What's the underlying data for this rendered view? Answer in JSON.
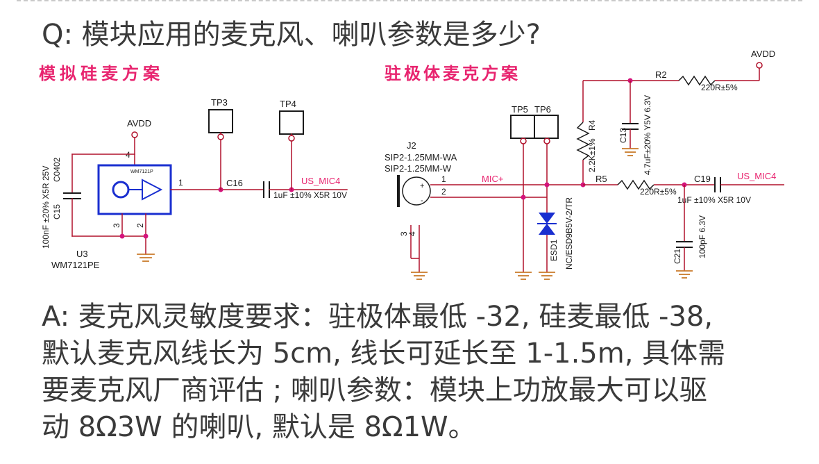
{
  "question": "Q: 模块应用的麦克风、喇叭参数是多少?",
  "schematic": {
    "silicon_title": "模拟硅麦方案",
    "electret_title": "驻极体麦克方案",
    "labels": {
      "avdd": "AVDD",
      "tp3": "TP3",
      "tp4": "TP4",
      "u3": "U3",
      "u3_part": "WM7121PE",
      "chip_mark": "WM7121P",
      "c15_value": "100nF ±20% X5R 25V",
      "c15_pkg": "C0402",
      "c15": "C15",
      "c16": "C16",
      "c16_value": "1uF ±10% X5R 10V",
      "us_mic4": "US_MIC4",
      "pin1": "1",
      "pin2": "2",
      "pin3": "3",
      "pin4": "4",
      "j2": "J2",
      "j2_part1": "SIP2-1.25MM-WA",
      "j2_part2": "SIP2-1.25MM-W",
      "tp5": "TP5",
      "tp6": "TP6",
      "mic_plus": "MIC+",
      "esd1": "ESD1",
      "esd1_part": "NC/ESD9B5V-2/TR",
      "r4": "R4",
      "r4_value": "2.2K±1%",
      "c13": "C13",
      "c13_value": "4.7uF±20% Y5V 6.3V",
      "r2": "R2",
      "r2_value": "220R±5%",
      "r5": "R5",
      "r5_value": "220R±5%",
      "c19": "C19",
      "c19_value": "1uF ±10% X5R 10V",
      "c21": "C21",
      "c21_value": "100pF 6.3V"
    }
  },
  "answer": {
    "lines": [
      "A: 麦克风灵敏度要求：驻极体最低 -32, 硅麦最低 -38,",
      "默认麦克风线长为 5cm, 线长可延长至 1-1.5m, 具体需",
      "要麦克风厂商评估 ; 喇叭参数：模块上功放最大可以驱",
      "动 8Ω3W 的喇叭, 默认是 8Ω1W。"
    ]
  },
  "colors": {
    "title_pink": "#e8246f",
    "wire_red": "#b0102a",
    "component": "#1a1a1a",
    "chip_blue": "#1a2fd0",
    "junction": "#d4147c",
    "ground": "#c97a2a",
    "text": "#3a3a3a"
  }
}
